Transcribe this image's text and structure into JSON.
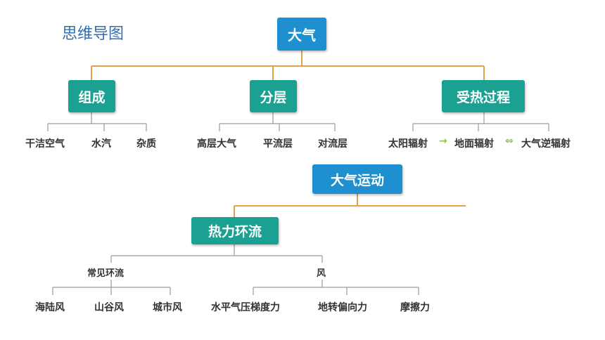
{
  "title": "思维导图",
  "root": "大气",
  "branches": {
    "composition": {
      "label": "组成",
      "items": [
        "干洁空气",
        "水汽",
        "杂质"
      ]
    },
    "layers": {
      "label": "分层",
      "items": [
        "高层大气",
        "平流层",
        "对流层"
      ]
    },
    "heating": {
      "label": "受热过程",
      "items": [
        "太阳辐射",
        "地面辐射",
        "大气逆辐射"
      ],
      "arrows": [
        "→",
        "⇔"
      ]
    }
  },
  "motion": {
    "label": "大气运动",
    "circulation": {
      "label": "热力环流",
      "groups": [
        {
          "label": "常见环流",
          "items": [
            "海陆风",
            "山谷风",
            "城市风"
          ]
        },
        {
          "label": "风",
          "items": [
            "水平气压梯度力",
            "地转偏向力",
            "摩擦力"
          ]
        }
      ]
    }
  },
  "colors": {
    "root": "#1e8fcf",
    "branch": "#1aa192",
    "orange_line": "#e6a04c",
    "gray_line": "#9a9a9a",
    "arrow": "#8bc34a"
  }
}
